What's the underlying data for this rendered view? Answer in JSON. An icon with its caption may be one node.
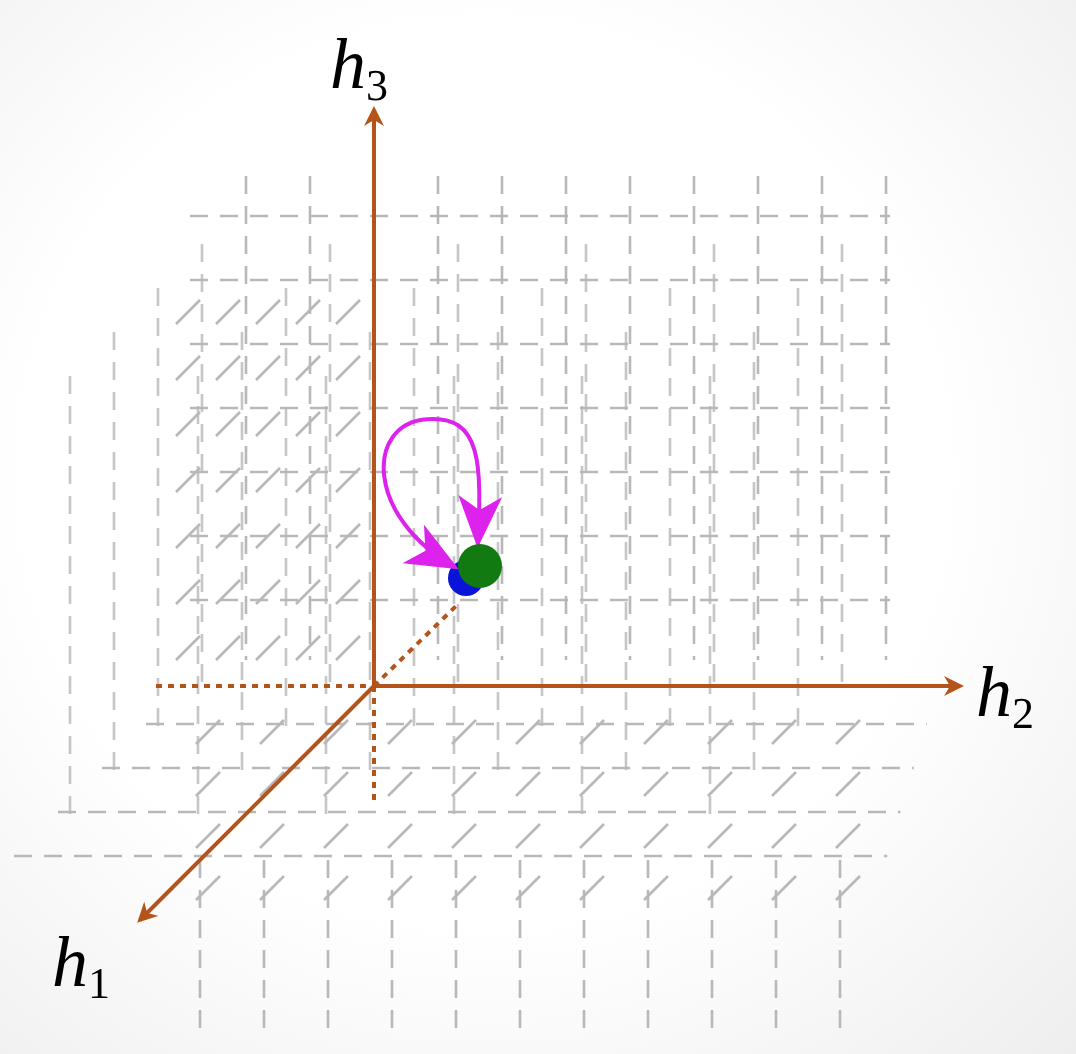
{
  "diagram": {
    "nodes": [
      {
        "text": [],
        "shape": "circle"
      },
      {
        "text": [],
        "shape": "circle"
      }
    ],
    "edges": [
      {
        "from": 0,
        "to": 1,
        "arrow": "both",
        "color": "#dd22ee"
      }
    ],
    "labels": [
      "*h*$_{3}$",
      "*h*$_{2}$",
      "*h*$_{1}$"
    ]
  }
}
